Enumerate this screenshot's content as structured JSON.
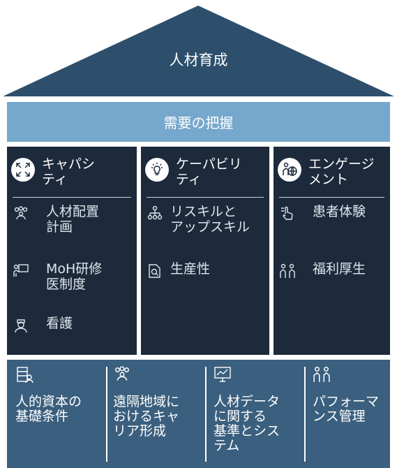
{
  "roof": {
    "title": "人材育成"
  },
  "band": {
    "label": "需要の把握"
  },
  "pillars": [
    {
      "icon": "expand-arrows-icon",
      "title": "キャパシ\nティ",
      "items": [
        {
          "icon": "team-group-icon",
          "label": "人材配置\n計画"
        },
        {
          "icon": "presenter-board-icon",
          "label": "MoH研修\n医制度"
        },
        {
          "icon": "nurse-icon",
          "label": "看護"
        }
      ]
    },
    {
      "icon": "lightbulb-icon",
      "title": "ケーパビリ\nティ",
      "items": [
        {
          "icon": "hierarchy-icon",
          "label": "リスキルと\nアップスキル"
        },
        {
          "icon": "search-document-icon",
          "label": "生産性"
        }
      ]
    },
    {
      "icon": "person-globe-icon",
      "title": "エンゲージ\nメント",
      "items": [
        {
          "icon": "hand-pointer-icon",
          "label": "患者体験"
        },
        {
          "icon": "people-pair-icon",
          "label": "福利厚生"
        }
      ]
    }
  ],
  "foundation": [
    {
      "icon": "database-user-icon",
      "label": "人的資本の\n基礎条件"
    },
    {
      "icon": "team-group-icon",
      "label": "遠隔地域に\nおけるキャ\nリア形成"
    },
    {
      "icon": "monitor-chart-icon",
      "label": "人材データ\nに関する\n基準とシス\nテム"
    },
    {
      "icon": "people-pair-icon",
      "label": "パフォーマ\nンス管理"
    }
  ],
  "colors": {
    "roof": "#2d4f6c",
    "band": "#76a7cc",
    "pillar": "#1c2a3b",
    "foundation": "#3b5f7e"
  }
}
